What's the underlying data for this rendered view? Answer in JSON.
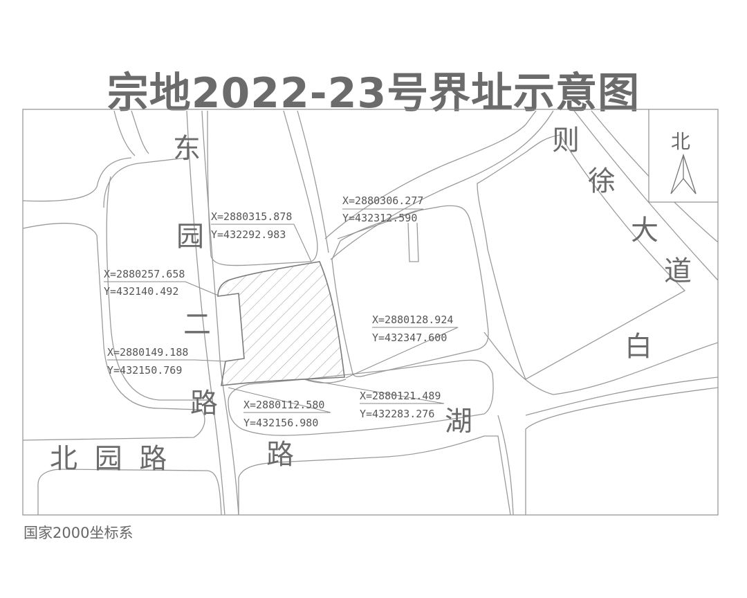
{
  "title": "宗地2022-23号界址示意图",
  "footer": "国家2000坐标系",
  "north": {
    "label": "北",
    "icon": "north-arrow-icon"
  },
  "roads": {
    "dongyuan_er_lu": [
      "东",
      "园",
      "二",
      "路"
    ],
    "beiyuan_lu": "北 园 路",
    "hu_lu": [
      "湖",
      "路"
    ],
    "baixu_dadao": [
      "则",
      "徐",
      "大",
      "道",
      "白"
    ]
  },
  "points": [
    {
      "x": "X=2880315.878",
      "y": "Y=432292.983"
    },
    {
      "x": "X=2880306.277",
      "y": "Y=432312.590"
    },
    {
      "x": "X=2880257.658",
      "y": "Y=432140.492"
    },
    {
      "x": "X=2880128.924",
      "y": "Y=432347.600"
    },
    {
      "x": "X=2880149.188",
      "y": "Y=432150.769"
    },
    {
      "x": "X=2880121.489",
      "y": "Y=432283.276"
    },
    {
      "x": "X=2880112.580",
      "y": "Y=432156.980"
    }
  ],
  "colors": {
    "line": "#9a9a9a",
    "text": "#6b6b6b",
    "label": "#555555"
  }
}
